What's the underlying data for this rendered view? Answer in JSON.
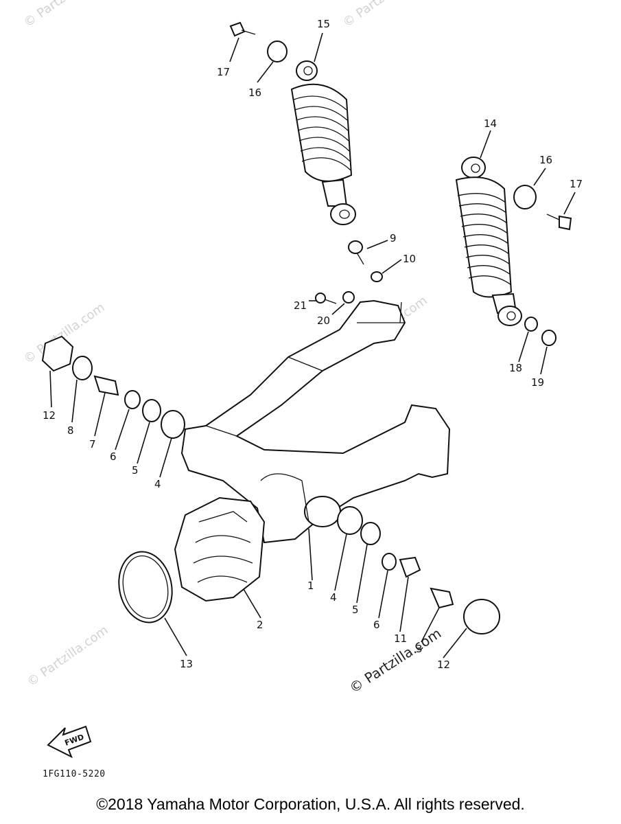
{
  "watermarks": {
    "brand": "© Partzilla.com",
    "main": "© Partzilla.com"
  },
  "diagram": {
    "part_code": "1FG110-5220",
    "arrow_label": "FWD",
    "copyright": "©2018 Yamaha Motor Corporation, U.S.A. All rights reserved."
  },
  "callouts": {
    "c1": "1",
    "c2": "2",
    "c3": "3",
    "c4a": "4",
    "c4b": "4",
    "c5a": "5",
    "c5b": "5",
    "c6a": "6",
    "c6b": "6",
    "c7": "7",
    "c8": "8",
    "c9": "9",
    "c10": "10",
    "c11": "11",
    "c12a": "12",
    "c12b": "12",
    "c13": "13",
    "c14": "14",
    "c15": "15",
    "c16a": "16",
    "c16b": "16",
    "c17a": "17",
    "c17b": "17",
    "c18": "18",
    "c19": "19",
    "c20": "20",
    "c21": "21"
  }
}
